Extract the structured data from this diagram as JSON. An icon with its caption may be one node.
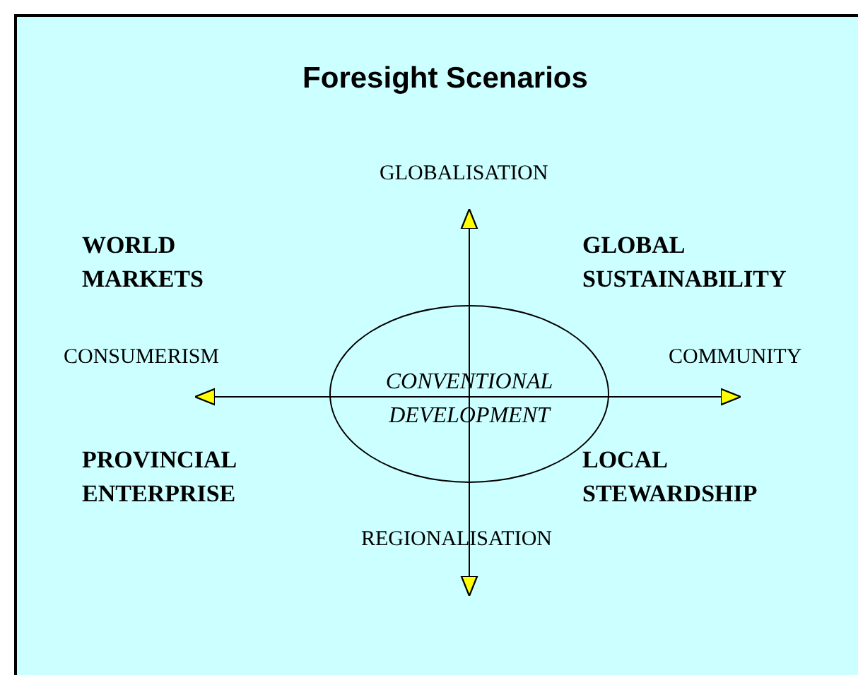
{
  "diagram": {
    "title": "Foresight Scenarios",
    "nodes": [
      {
        "text": [
          "CONVENTIONAL DEVELOPMENT"
        ]
      }
    ],
    "labels": [
      "GLOBALISATION",
      "WORLD MARKETS",
      "GLOBAL SUSTAINABILITY",
      "CONSUMERISM",
      "COMMUNITY",
      "PROVINCIAL ENTERPRISE",
      "LOCAL STEWARDSHIP",
      "REGIONALISATION"
    ]
  }
}
